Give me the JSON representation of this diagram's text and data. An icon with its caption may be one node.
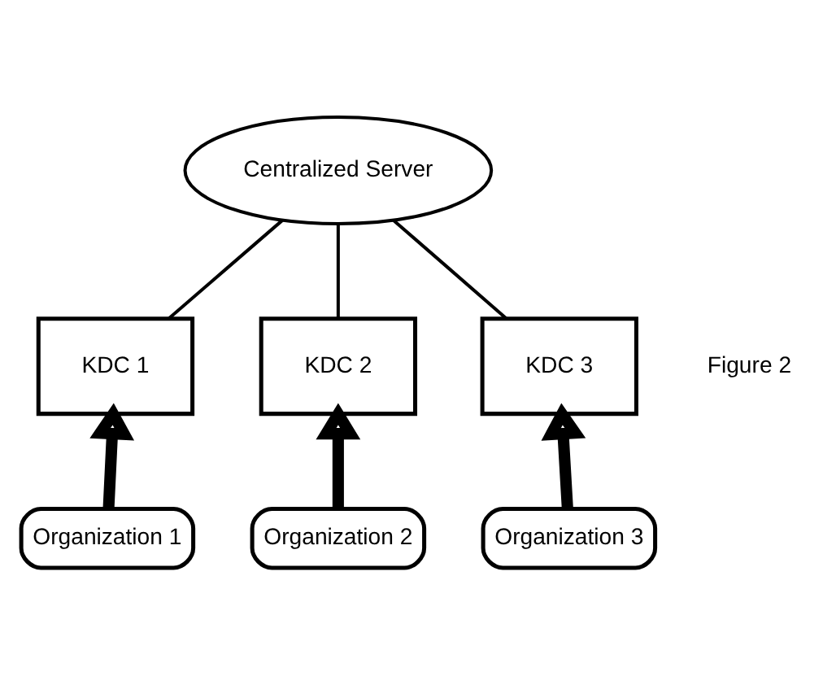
{
  "diagram": {
    "nodes": [
      {
        "text": [
          "Centralized Server"
        ]
      },
      {
        "text": [
          "KDC 1"
        ]
      },
      {
        "text": [
          "KDC 2"
        ]
      },
      {
        "text": [
          "KDC 3"
        ]
      },
      {
        "text": [
          "Organization 1"
        ]
      },
      {
        "text": [
          "Organization 2"
        ]
      },
      {
        "text": [
          "Organization 3"
        ]
      }
    ],
    "edges": [
      {
        "from": 0,
        "to": 1,
        "arrow": "none"
      },
      {
        "from": 0,
        "to": 2,
        "arrow": "none"
      },
      {
        "from": 0,
        "to": 3,
        "arrow": "none"
      },
      {
        "from": 4,
        "to": 1,
        "arrow": "to",
        "style": "thick"
      },
      {
        "from": 5,
        "to": 2,
        "arrow": "to",
        "style": "thick"
      },
      {
        "from": 6,
        "to": 3,
        "arrow": "to",
        "style": "thick"
      }
    ],
    "labels": [
      "Figure 2"
    ]
  }
}
